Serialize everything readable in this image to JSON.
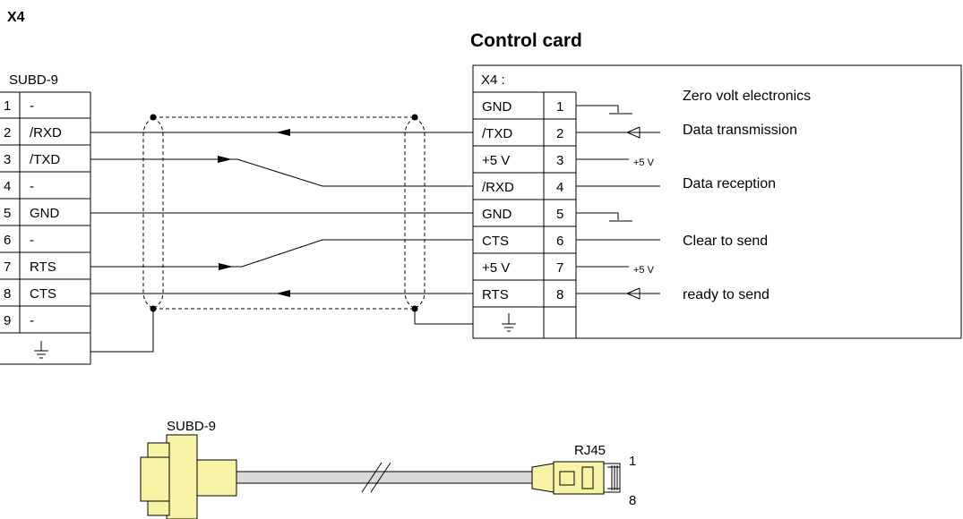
{
  "heading": "X4",
  "control_card": {
    "title": "Control card",
    "header": "X4 :",
    "pins": [
      {
        "num": "1",
        "signal": "GND"
      },
      {
        "num": "2",
        "signal": "/TXD"
      },
      {
        "num": "3",
        "signal": "+5 V"
      },
      {
        "num": "4",
        "signal": "/RXD"
      },
      {
        "num": "5",
        "signal": "GND"
      },
      {
        "num": "6",
        "signal": "CTS"
      },
      {
        "num": "7",
        "signal": "+5 V"
      },
      {
        "num": "8",
        "signal": "RTS"
      }
    ],
    "descriptions": {
      "zero_volt": "Zero volt electronics",
      "data_transmission": "Data transmission",
      "data_reception": "Data reception",
      "clear_to_send": "Clear to send",
      "ready_to_send": "ready to send",
      "plus5v_small": "+5 V"
    }
  },
  "subd": {
    "label": "SUBD-9",
    "pins": [
      {
        "num": "1",
        "signal": "-"
      },
      {
        "num": "2",
        "signal": "/RXD"
      },
      {
        "num": "3",
        "signal": "/TXD"
      },
      {
        "num": "4",
        "signal": "-"
      },
      {
        "num": "5",
        "signal": "GND"
      },
      {
        "num": "6",
        "signal": "-"
      },
      {
        "num": "7",
        "signal": "RTS"
      },
      {
        "num": "8",
        "signal": "CTS"
      },
      {
        "num": "9",
        "signal": "-"
      }
    ]
  },
  "cable": {
    "subd_label": "SUBD-9",
    "rj45_label": "RJ45",
    "pin_first": "1",
    "pin_last": "8"
  },
  "colors": {
    "connector_fill": "#f9f3a6",
    "cable_fill": "#d9d9d9",
    "line": "#000000"
  }
}
